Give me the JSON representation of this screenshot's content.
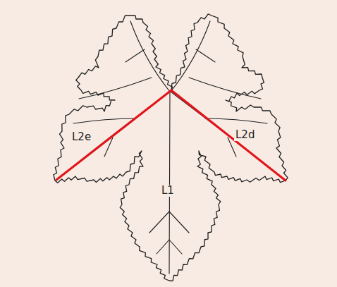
{
  "diagram": {
    "labels": [
      "L2e",
      "L2d",
      "L1"
    ]
  }
}
